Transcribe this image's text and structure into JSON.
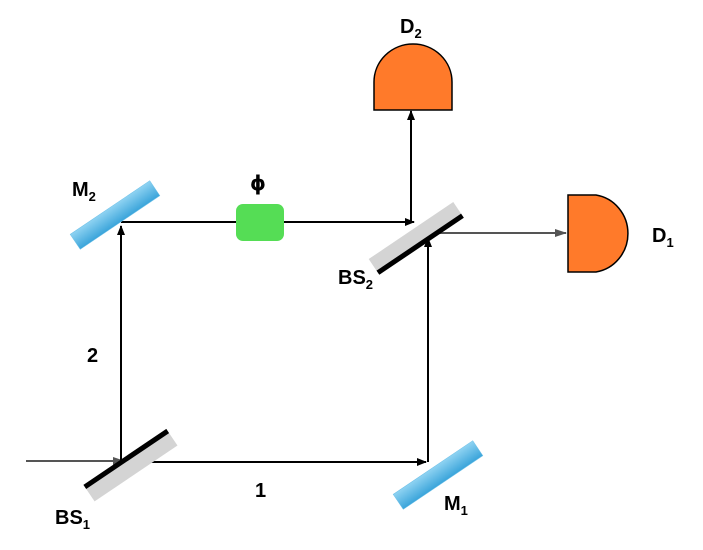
{
  "labels": {
    "bs1": {
      "main": "BS",
      "sub": "1"
    },
    "bs2": {
      "main": "BS",
      "sub": "2"
    },
    "m1": {
      "main": "M",
      "sub": "1"
    },
    "m2": {
      "main": "M",
      "sub": "2"
    },
    "d1": {
      "main": "D",
      "sub": "1"
    },
    "d2": {
      "main": "D",
      "sub": "2"
    },
    "phase": "ϕ",
    "path1": "1",
    "path2": "2"
  },
  "colors": {
    "mirror": "#5bb8e6",
    "beam_splitter": "#d4d4d4",
    "beam_splitter_edge": "#000000",
    "detector": "#ff7a2a",
    "phase_shifter": "#55dd55",
    "beam": "#000000",
    "input_beam": "#555555"
  }
}
